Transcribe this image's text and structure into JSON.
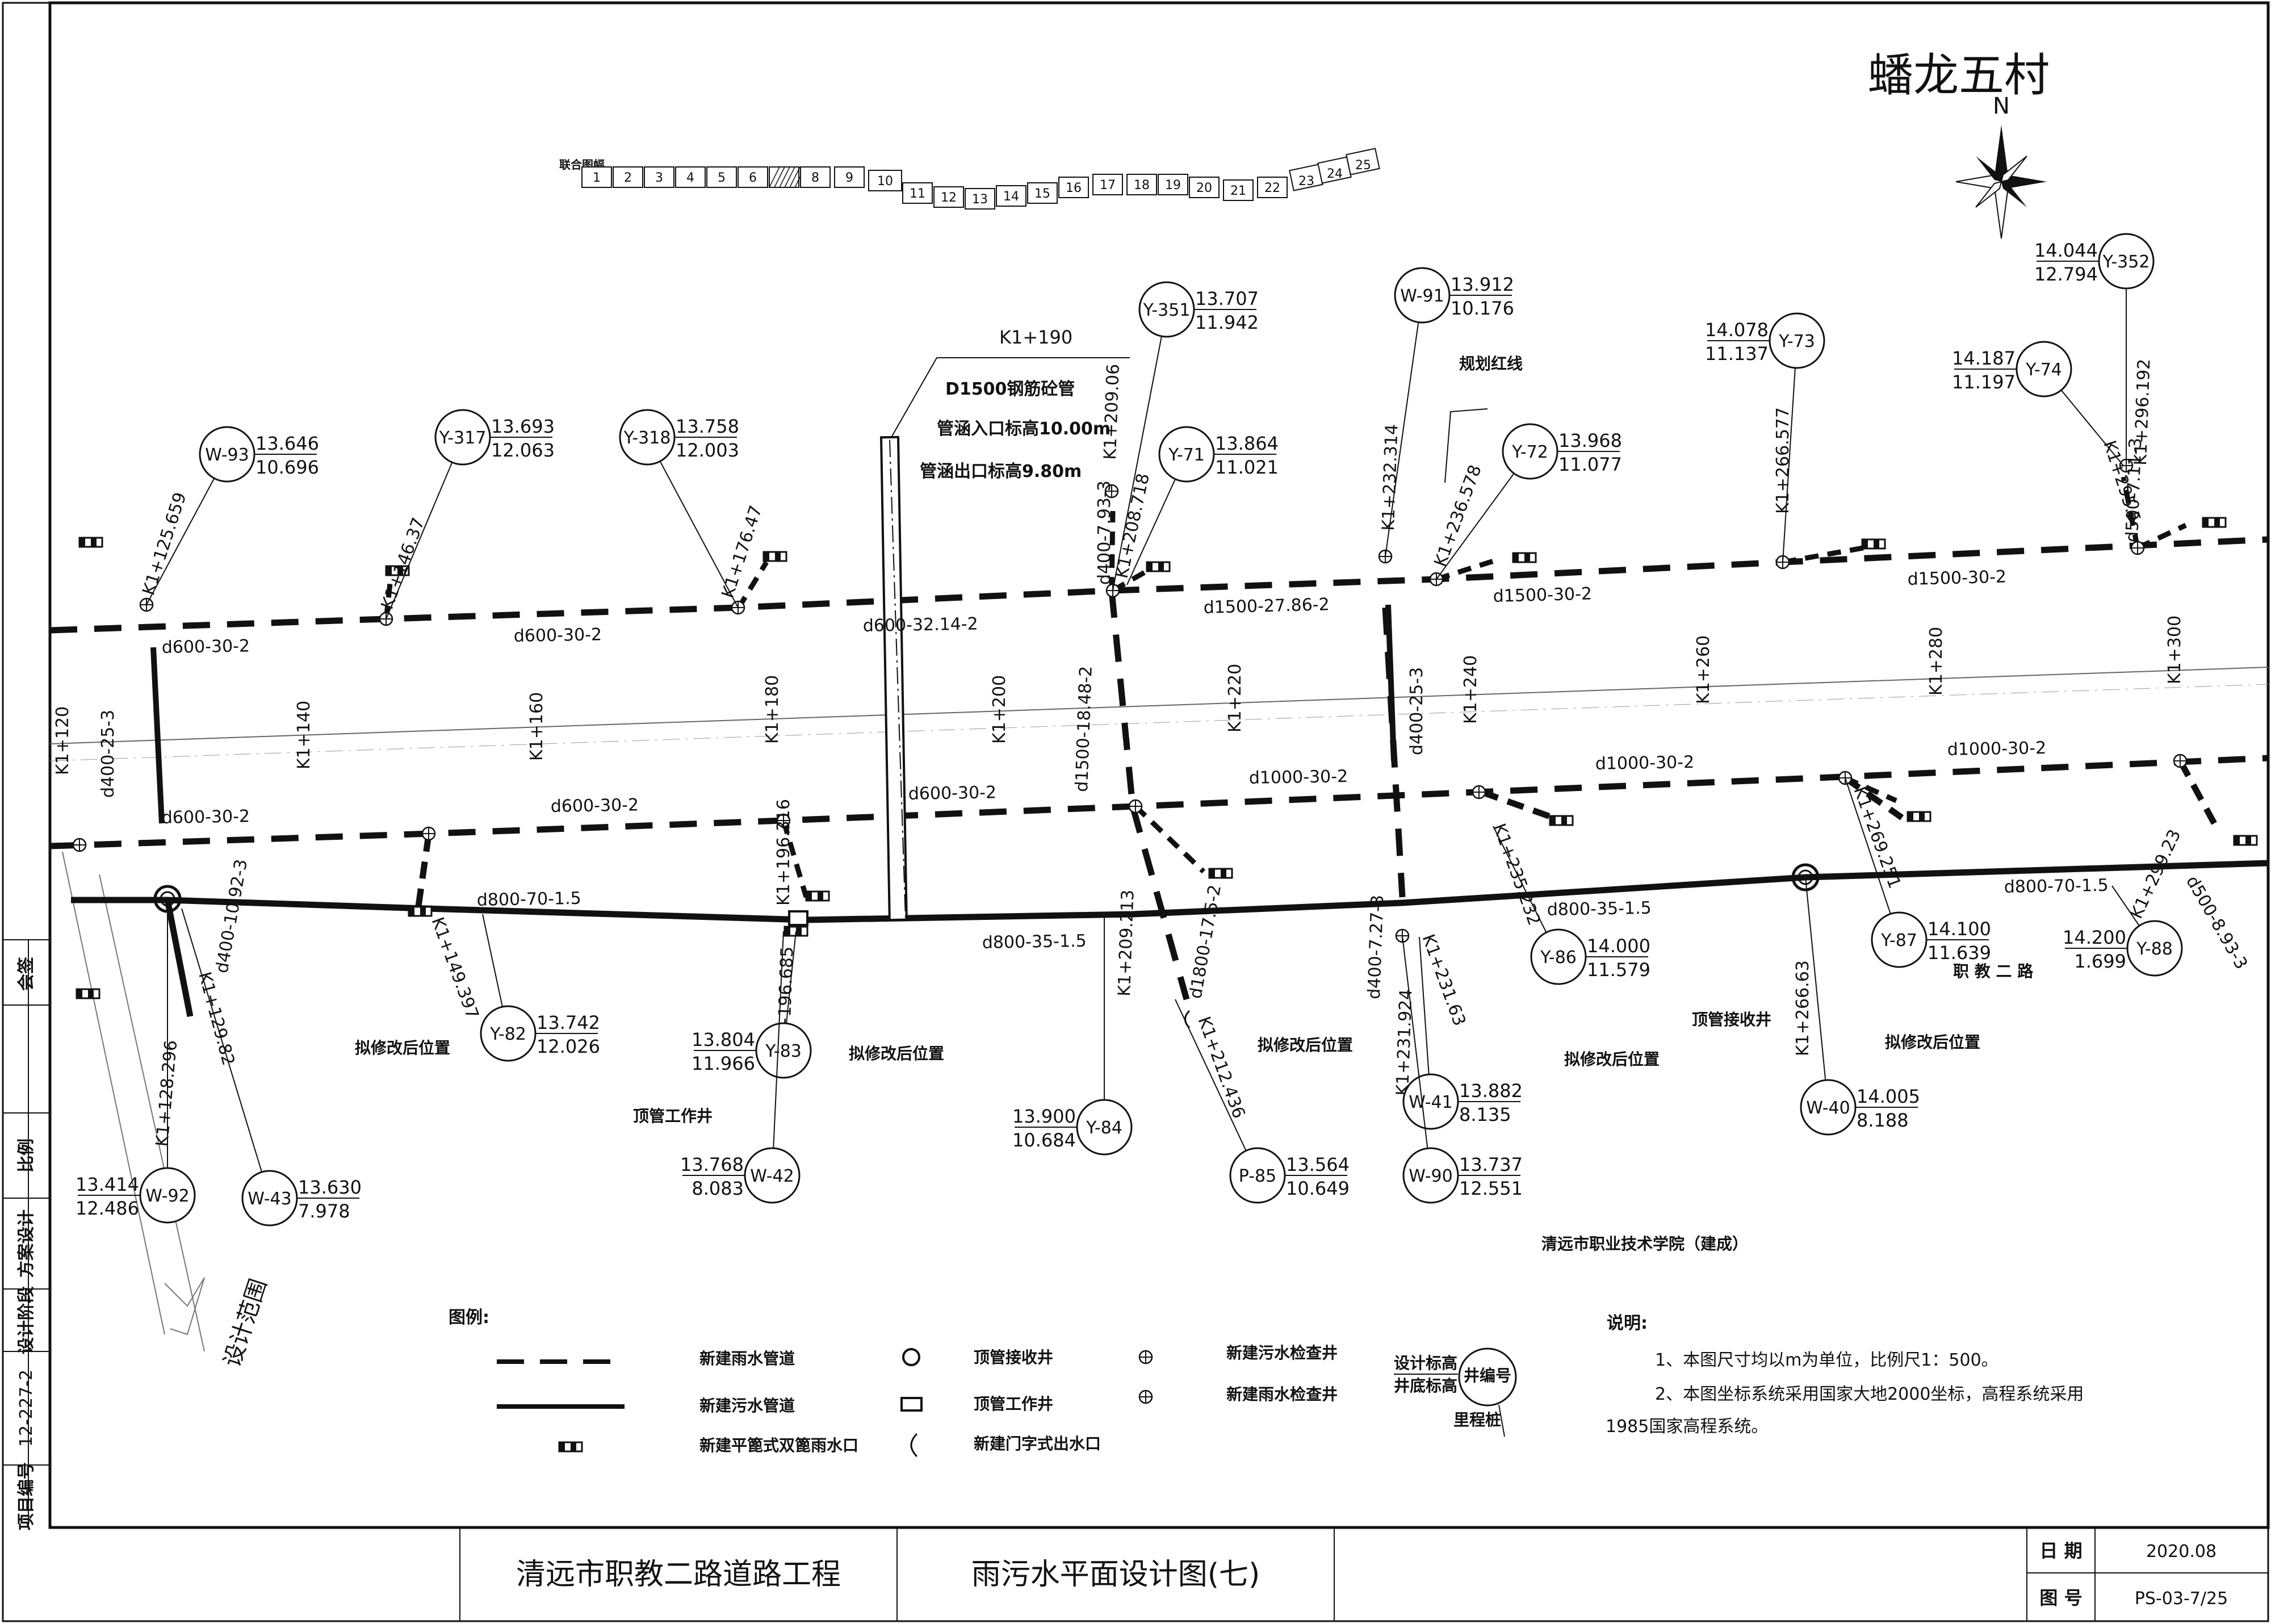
{
  "village": "蟠龙五村",
  "north": "N",
  "index_map": {
    "label": "联合图幅",
    "cells": [
      "1",
      "2",
      "3",
      "4",
      "5",
      "6",
      "",
      "8",
      "9",
      "10",
      "11",
      "12",
      "13",
      "14",
      "15",
      "16",
      "17",
      "18",
      "19",
      "20",
      "21",
      "22",
      "23",
      "24",
      "25"
    ]
  },
  "culvert": {
    "station": "K1+190",
    "line1": "D1500钢筋砼管",
    "line2": "管涵入口标高10.00m",
    "line3": "管涵出口标高9.80m"
  },
  "red_line": "规划红线",
  "stations": [
    "K1+120",
    "K1+140",
    "K1+160",
    "K1+180",
    "K1+200",
    "K1+220",
    "K1+240",
    "K1+260",
    "K1+280",
    "K1+300"
  ],
  "pipes": [
    "d600-30-2",
    "d600-30-2",
    "d600-32.14-2",
    "d1500-27.86-2",
    "d1500-30-2",
    "d1500-30-2",
    "d600-30-2",
    "d600-30-2",
    "d600-30-2",
    "d1000-30-2",
    "d1000-30-2",
    "d1000-30-2",
    "d800-70-1.5",
    "d800-35-1.5",
    "d800-35-1.5",
    "d800-70-1.5",
    "d400-25-3",
    "d400-25-3",
    "d1500-18.48-2",
    "d400-10.92-3",
    "d1800-17.5-2",
    "d400-7.27-3",
    "d400-7.93-3",
    "d500-7.11-3",
    "d500-8.93-3"
  ],
  "wells": [
    {
      "id": "W-93",
      "top": "13.646",
      "bot": "10.696"
    },
    {
      "id": "Y-317",
      "top": "13.693",
      "bot": "12.063"
    },
    {
      "id": "Y-318",
      "top": "13.758",
      "bot": "12.003"
    },
    {
      "id": "Y-351",
      "top": "13.707",
      "bot": "11.942"
    },
    {
      "id": "Y-71",
      "top": "13.864",
      "bot": "11.021"
    },
    {
      "id": "W-91",
      "top": "13.912",
      "bot": "10.176"
    },
    {
      "id": "Y-72",
      "top": "13.968",
      "bot": "11.077"
    },
    {
      "id": "Y-73",
      "top": "14.078",
      "bot": "11.137"
    },
    {
      "id": "Y-74",
      "top": "14.187",
      "bot": "11.197"
    },
    {
      "id": "Y-352",
      "top": "14.044",
      "bot": "12.794"
    },
    {
      "id": "Y-82",
      "top": "13.742",
      "bot": "12.026"
    },
    {
      "id": "Y-83",
      "top": "13.804",
      "bot": "11.966"
    },
    {
      "id": "W-42",
      "top": "13.768",
      "bot": "8.083"
    },
    {
      "id": "Y-84",
      "top": "13.900",
      "bot": "10.684"
    },
    {
      "id": "P-85",
      "top": "13.564",
      "bot": "10.649"
    },
    {
      "id": "Y-86",
      "top": "14.000",
      "bot": "11.579"
    },
    {
      "id": "W-41",
      "top": "13.882",
      "bot": "8.135"
    },
    {
      "id": "W-90",
      "top": "13.737",
      "bot": "12.551"
    },
    {
      "id": "W-40",
      "top": "14.005",
      "bot": "8.188"
    },
    {
      "id": "Y-87",
      "top": "14.100",
      "bot": "11.639"
    },
    {
      "id": "Y-88",
      "top": "14.200",
      "bot": "1.699"
    },
    {
      "id": "W-92",
      "top": "13.414",
      "bot": "12.486"
    },
    {
      "id": "W-43",
      "top": "13.630",
      "bot": "7.978"
    }
  ],
  "chainages": [
    "K1+125.659",
    "K1+146.37",
    "K1+176.47",
    "K1+209.06",
    "K1+208.718",
    "K1+232.314",
    "K1+236.578",
    "K1+266.577",
    "K1+296.192",
    "K1+295.5",
    "K1+149.397",
    "K1+196.316",
    "K1+196.685",
    "K1+209.213",
    "K1+212.436",
    "K1+235.232",
    "K1+231.63",
    "K1+231.924",
    "K1+266.63",
    "K1+269.251",
    "K1+299.23",
    "K1+128.296",
    "K1+129.82"
  ],
  "annotations": {
    "relocate": "拟修改后位置",
    "jack_well": "顶管工作井",
    "recv_well": "顶管接收井",
    "road": "职 教 二 路",
    "design_scope": "设计范围",
    "college": "清远市职业技术学院（建成）"
  },
  "legend": {
    "title": "图例:",
    "rain_pipe": "新建雨水管道",
    "sewer_pipe": "新建污水管道",
    "inlet": "新建平篦式双篦雨水口",
    "recv_well": "顶管接收井",
    "work_well": "顶管工作井",
    "outlet": "新建门字式出水口",
    "sewer_mh": "新建污水检查井",
    "rain_mh": "新建雨水检查井",
    "design_elev": "设计标高",
    "bottom_elev": "井底标高",
    "well_no": "井编号",
    "station": "里程桩"
  },
  "notes": {
    "title": "说明:",
    "n1": "1、本图尺寸均以m为单位，比例尺1：500。",
    "n2": "2、本图坐标系统采用国家大地2000坐标，高程系统采用",
    "n3": "1985国家高程系统。"
  },
  "title_block": {
    "project": "清远市职教二路道路工程",
    "drawing": "雨污水平面设计图(七)",
    "date_label": "日 期",
    "date": "2020.08",
    "no_label": "图 号",
    "no": "PS-03-7/25"
  },
  "sidebar": {
    "sign": "会签",
    "scale": "比例",
    "design": "方案设计",
    "stage": "设计阶段",
    "code": "12-227-2",
    "pno": "项目编号"
  }
}
